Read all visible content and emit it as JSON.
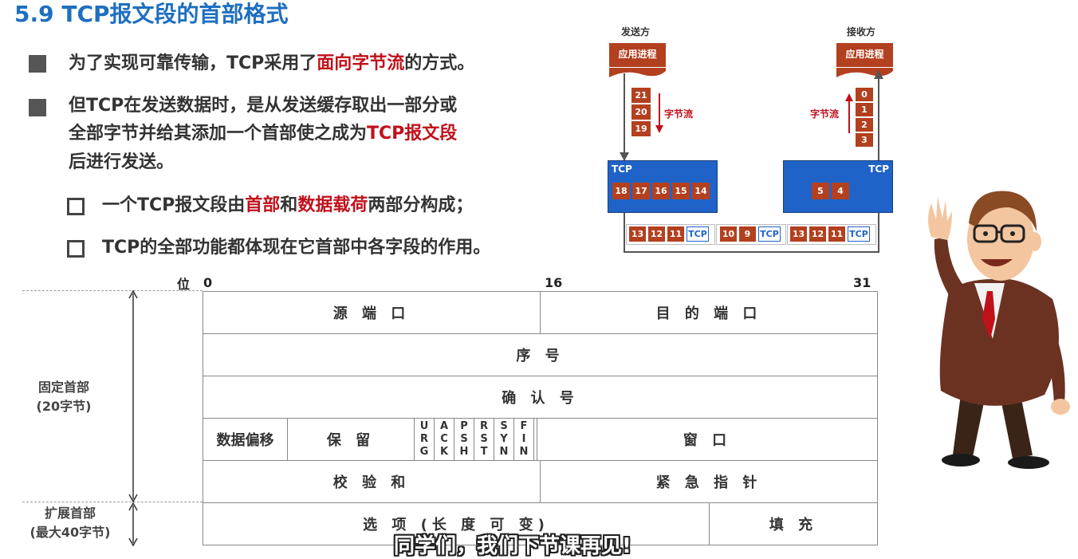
{
  "title": "5.9 TCP报文段的首部格式",
  "bullets": [
    {
      "parts": [
        "为了实现可靠传输，TCP采用了",
        "面向字节流",
        "的方式。"
      ]
    },
    {
      "line1": "但TCP在发送数据时，是从发送缓存取出一部分或",
      "line2a": "全部字节并给其添加一个首部使之成为",
      "line2b": "TCP报文段",
      "line3": "后进行发送。"
    }
  ],
  "subbullets": [
    {
      "parts": [
        "一个TCP报文段由",
        "首部",
        "和",
        "数据载荷",
        "两部分构成；"
      ]
    },
    {
      "parts": [
        "TCP的全部功能都体现在它首部中各字段的作用。"
      ]
    }
  ],
  "diagram": {
    "sender": "发送方",
    "receiver": "接收方",
    "app_process": "应用进程",
    "byte_stream": "字节流",
    "tcp": "TCP",
    "sender_stream": [
      "21",
      "20",
      "19"
    ],
    "receiver_stream": [
      "0",
      "1",
      "2",
      "3"
    ],
    "sender_buffer": [
      "18",
      "17",
      "16",
      "15",
      "14"
    ],
    "receiver_buffer": [
      "5",
      "4"
    ],
    "segments": [
      [
        "13",
        "12",
        "11"
      ],
      [
        "10",
        "9"
      ],
      [
        "13",
        "12",
        "11"
      ]
    ]
  },
  "header": {
    "bit_label": "位",
    "bit_0": "0",
    "bit_16": "16",
    "bit_31": "31",
    "src_port": "源 端 口",
    "dst_port": "目 的 端 口",
    "seq": "序 号",
    "ack": "确 认 号",
    "offset": "数据偏移",
    "reserved": "保 留",
    "flags": [
      [
        "U",
        "R",
        "G"
      ],
      [
        "A",
        "C",
        "K"
      ],
      [
        "P",
        "S",
        "H"
      ],
      [
        "R",
        "S",
        "T"
      ],
      [
        "S",
        "Y",
        "N"
      ],
      [
        "F",
        "I",
        "N"
      ]
    ],
    "window": "窗 口",
    "checksum": "校 验 和",
    "urgent": "紧 急 指 针",
    "options": "选 项 (长 度 可 变)",
    "padding": "填 充",
    "fixed_label": "固定首部",
    "fixed_size": "(20字节)",
    "ext_label": "扩展首部",
    "ext_size": "(最大40字节)"
  },
  "subtitle": "同学们，我们下节课再见!"
}
